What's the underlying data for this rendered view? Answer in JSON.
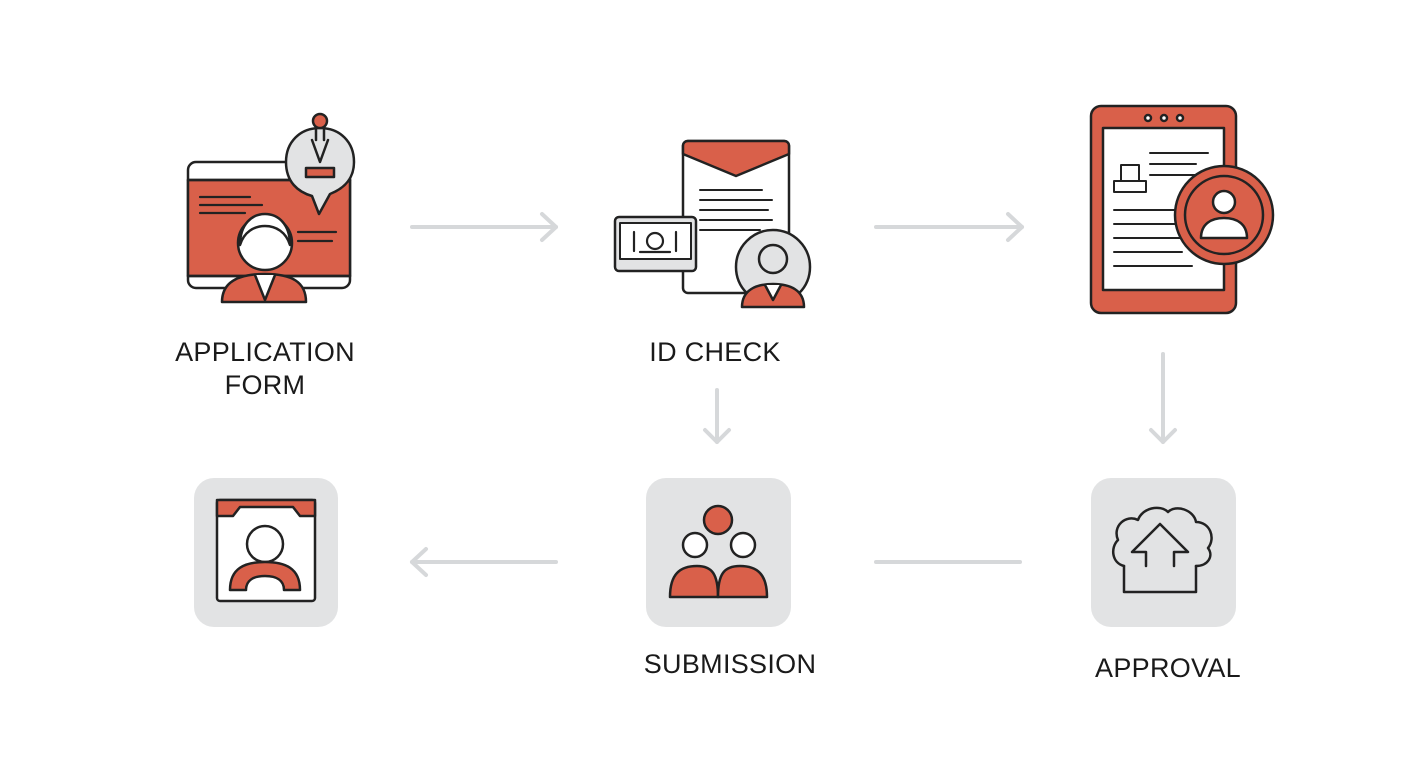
{
  "diagram": {
    "colors": {
      "accent": "#d9604a",
      "outline": "#222222",
      "arrow": "#d6d8da",
      "tile": "#e2e3e4"
    },
    "steps": [
      {
        "id": "application-form",
        "label_line1": "APPLICATION",
        "label_line2": "FORM",
        "icon": "application-form-icon"
      },
      {
        "id": "id-check",
        "label": "ID CHECK",
        "icon": "id-check-icon"
      },
      {
        "id": "tablet-profile",
        "label": "",
        "icon": "tablet-profile-icon"
      },
      {
        "id": "approval",
        "label": "APPROVAL",
        "icon": "cloud-upload-icon"
      },
      {
        "id": "submission",
        "label": "SUBMISSION",
        "icon": "group-icon"
      },
      {
        "id": "profile-window",
        "label": "",
        "icon": "profile-window-icon"
      }
    ],
    "connectors": [
      {
        "from": "application-form",
        "to": "id-check",
        "direction": "right"
      },
      {
        "from": "id-check",
        "to": "tablet-profile",
        "direction": "right"
      },
      {
        "from": "id-check",
        "to": "submission",
        "direction": "down"
      },
      {
        "from": "tablet-profile",
        "to": "approval",
        "direction": "down"
      },
      {
        "from": "approval",
        "to": "submission",
        "direction": "none"
      },
      {
        "from": "submission",
        "to": "profile-window",
        "direction": "left"
      }
    ]
  }
}
